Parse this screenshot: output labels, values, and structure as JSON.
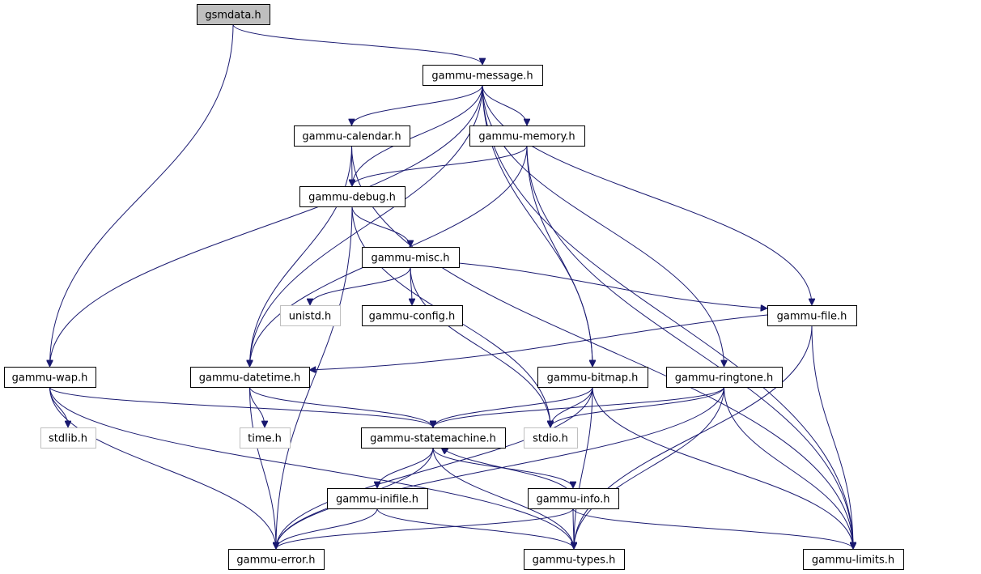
{
  "diagram": {
    "nodes": [
      {
        "id": "gsmdata",
        "label": "gsmdata.h",
        "style": "root"
      },
      {
        "id": "message",
        "label": "gammu-message.h",
        "style": "normal"
      },
      {
        "id": "calendar",
        "label": "gammu-calendar.h",
        "style": "normal"
      },
      {
        "id": "memory",
        "label": "gammu-memory.h",
        "style": "normal"
      },
      {
        "id": "debug",
        "label": "gammu-debug.h",
        "style": "normal"
      },
      {
        "id": "misc",
        "label": "gammu-misc.h",
        "style": "normal"
      },
      {
        "id": "unistd",
        "label": "unistd.h",
        "style": "system"
      },
      {
        "id": "config",
        "label": "gammu-config.h",
        "style": "normal"
      },
      {
        "id": "file",
        "label": "gammu-file.h",
        "style": "normal"
      },
      {
        "id": "wap",
        "label": "gammu-wap.h",
        "style": "normal"
      },
      {
        "id": "datetime",
        "label": "gammu-datetime.h",
        "style": "normal"
      },
      {
        "id": "bitmap",
        "label": "gammu-bitmap.h",
        "style": "normal"
      },
      {
        "id": "ringtone",
        "label": "gammu-ringtone.h",
        "style": "normal"
      },
      {
        "id": "stdlib",
        "label": "stdlib.h",
        "style": "system"
      },
      {
        "id": "time",
        "label": "time.h",
        "style": "system"
      },
      {
        "id": "statemachine",
        "label": "gammu-statemachine.h",
        "style": "normal"
      },
      {
        "id": "stdio",
        "label": "stdio.h",
        "style": "system"
      },
      {
        "id": "inifile",
        "label": "gammu-inifile.h",
        "style": "normal"
      },
      {
        "id": "info",
        "label": "gammu-info.h",
        "style": "normal"
      },
      {
        "id": "error",
        "label": "gammu-error.h",
        "style": "normal"
      },
      {
        "id": "types",
        "label": "gammu-types.h",
        "style": "normal"
      },
      {
        "id": "limits",
        "label": "gammu-limits.h",
        "style": "normal"
      }
    ],
    "edges": [
      {
        "from": "gsmdata",
        "to": "message"
      },
      {
        "from": "gsmdata",
        "to": "wap"
      },
      {
        "from": "message",
        "to": "calendar"
      },
      {
        "from": "message",
        "to": "memory"
      },
      {
        "from": "message",
        "to": "debug"
      },
      {
        "from": "message",
        "to": "wap"
      },
      {
        "from": "message",
        "to": "datetime"
      },
      {
        "from": "message",
        "to": "bitmap"
      },
      {
        "from": "message",
        "to": "ringtone"
      },
      {
        "from": "message",
        "to": "file"
      },
      {
        "from": "message",
        "to": "limits"
      },
      {
        "from": "calendar",
        "to": "debug"
      },
      {
        "from": "calendar",
        "to": "datetime"
      },
      {
        "from": "calendar",
        "to": "limits"
      },
      {
        "from": "memory",
        "to": "debug"
      },
      {
        "from": "memory",
        "to": "datetime"
      },
      {
        "from": "memory",
        "to": "bitmap"
      },
      {
        "from": "memory",
        "to": "limits"
      },
      {
        "from": "debug",
        "to": "misc"
      },
      {
        "from": "debug",
        "to": "stdio"
      },
      {
        "from": "debug",
        "to": "error"
      },
      {
        "from": "misc",
        "to": "unistd"
      },
      {
        "from": "misc",
        "to": "config"
      },
      {
        "from": "misc",
        "to": "file"
      },
      {
        "from": "misc",
        "to": "stdio"
      },
      {
        "from": "file",
        "to": "datetime"
      },
      {
        "from": "file",
        "to": "types"
      },
      {
        "from": "file",
        "to": "limits"
      },
      {
        "from": "wap",
        "to": "stdlib"
      },
      {
        "from": "wap",
        "to": "statemachine"
      },
      {
        "from": "wap",
        "to": "error"
      },
      {
        "from": "wap",
        "to": "types"
      },
      {
        "from": "datetime",
        "to": "time"
      },
      {
        "from": "datetime",
        "to": "statemachine"
      },
      {
        "from": "datetime",
        "to": "error"
      },
      {
        "from": "bitmap",
        "to": "statemachine"
      },
      {
        "from": "bitmap",
        "to": "stdio"
      },
      {
        "from": "bitmap",
        "to": "error"
      },
      {
        "from": "bitmap",
        "to": "types"
      },
      {
        "from": "bitmap",
        "to": "limits"
      },
      {
        "from": "ringtone",
        "to": "statemachine"
      },
      {
        "from": "ringtone",
        "to": "stdio"
      },
      {
        "from": "ringtone",
        "to": "error"
      },
      {
        "from": "ringtone",
        "to": "types"
      },
      {
        "from": "ringtone",
        "to": "limits"
      },
      {
        "from": "statemachine",
        "to": "inifile"
      },
      {
        "from": "statemachine",
        "to": "info"
      },
      {
        "from": "statemachine",
        "to": "error"
      },
      {
        "from": "statemachine",
        "to": "types"
      },
      {
        "from": "inifile",
        "to": "error"
      },
      {
        "from": "inifile",
        "to": "types"
      },
      {
        "from": "info",
        "to": "statemachine"
      },
      {
        "from": "info",
        "to": "error"
      },
      {
        "from": "info",
        "to": "types"
      },
      {
        "from": "info",
        "to": "limits"
      }
    ],
    "colors": {
      "edge": "#191970",
      "node_border": "#000000",
      "system_border": "#bfbfbf",
      "root_fill": "#bfbfbf",
      "background": "#ffffff"
    }
  }
}
